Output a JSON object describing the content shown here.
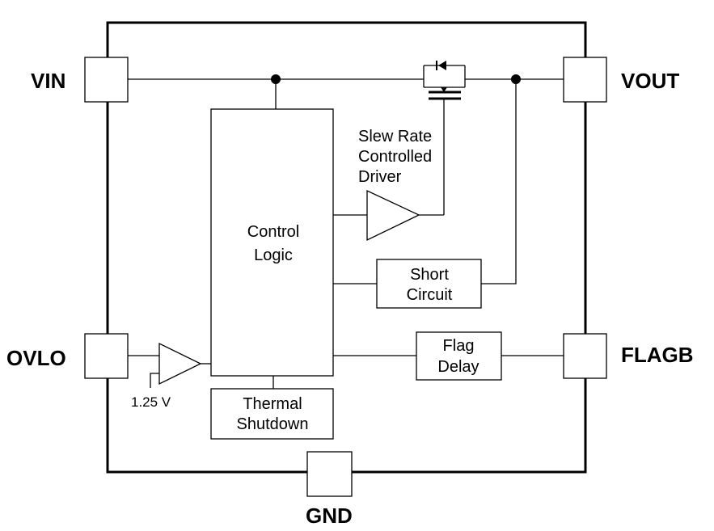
{
  "pins": {
    "vin": "VIN",
    "vout": "VOUT",
    "ovlo": "OVLO",
    "flagb": "FLAGB",
    "gnd": "GND"
  },
  "blocks": {
    "control_logic": [
      "Control",
      "Logic"
    ],
    "slew_rate_driver": [
      "Slew Rate",
      "Controlled",
      "Driver"
    ],
    "short_circuit": [
      "Short",
      "Circuit"
    ],
    "flag_delay": [
      "Flag",
      "Delay"
    ],
    "thermal_shutdown": [
      "Thermal",
      "Shutdown"
    ]
  },
  "reference_voltage": "1.25 V"
}
